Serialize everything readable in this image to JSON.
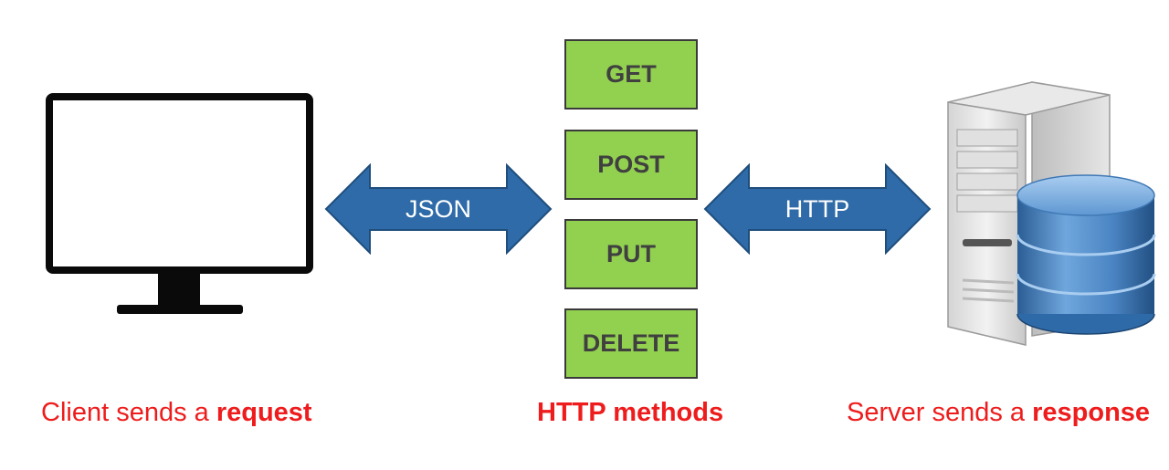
{
  "arrows": {
    "left_label": "JSON",
    "right_label": "HTTP"
  },
  "methods": [
    "GET",
    "POST",
    "PUT",
    "DELETE"
  ],
  "captions": {
    "client_prefix": "Client sends a ",
    "client_bold": "request",
    "methods": "HTTP methods",
    "server_prefix": "Server sends a ",
    "server_bold": "response"
  },
  "colors": {
    "arrow_fill": "#2e6ba8",
    "arrow_stroke": "#1f4e7d",
    "method_fill": "#92d050",
    "caption_red": "#ee1c1c"
  },
  "icons": {
    "client": "monitor-icon",
    "server": "server-database-icon"
  }
}
